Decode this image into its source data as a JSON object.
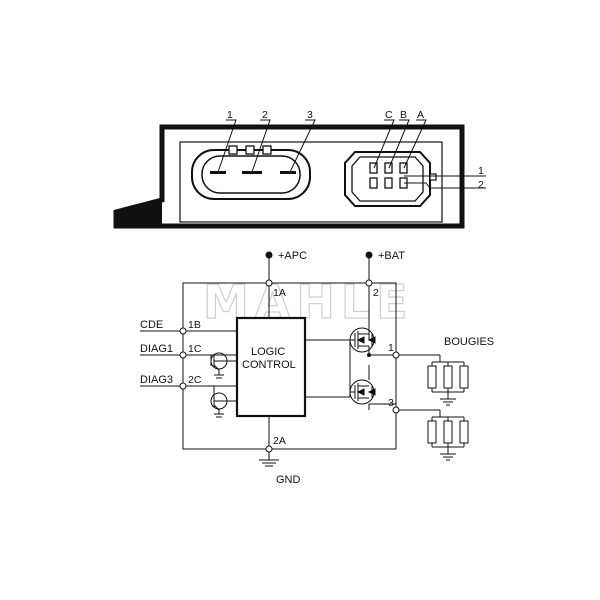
{
  "connector_view": {
    "left_connector_pins": [
      "1",
      "2",
      "3"
    ],
    "right_connector_pins": [
      "C",
      "B",
      "A"
    ],
    "right_side_pins": [
      "1",
      "2"
    ]
  },
  "schematic": {
    "supplies": {
      "apc": "+APC",
      "bat": "+BAT"
    },
    "ground": "GND",
    "logic_block": {
      "line1": "LOGIC",
      "line2": "CONTROL"
    },
    "signals": [
      "CDE",
      "DIAG1",
      "DIAG3"
    ],
    "pins": {
      "apc": "1A",
      "bat": "2",
      "cde": "1B",
      "diag1": "1C",
      "diag3": "2C",
      "gnd": "2A",
      "out1": "1",
      "out3": "3"
    },
    "load_label": "BOUGIES"
  },
  "watermark": "MAHLE"
}
